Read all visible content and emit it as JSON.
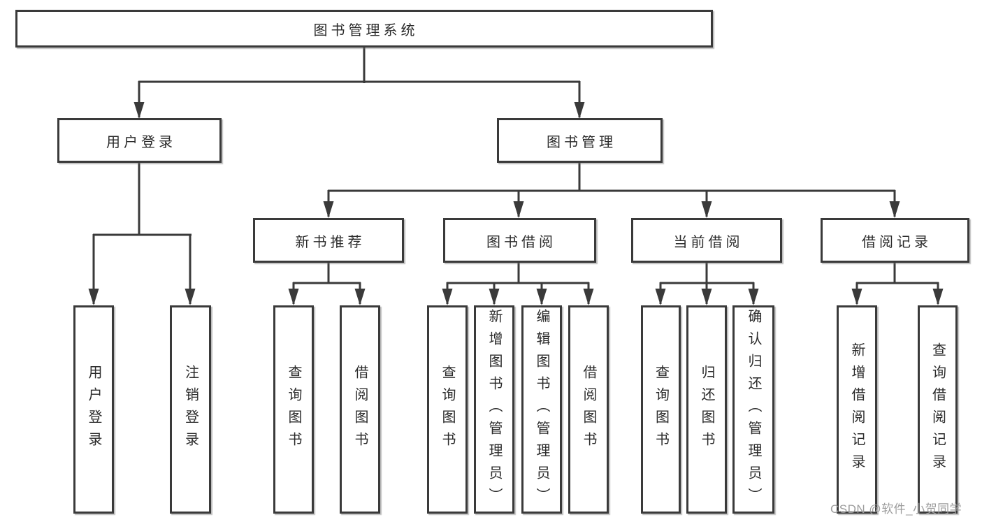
{
  "diagram": {
    "root": {
      "label": "图书管理系统"
    },
    "level2": [
      {
        "label": "用户登录",
        "children": [
          {
            "label": "用户登录"
          },
          {
            "label": "注销登录"
          }
        ]
      },
      {
        "label": "图书管理",
        "children": [
          {
            "label": "新书推荐",
            "children": [
              {
                "label": "查询图书"
              },
              {
                "label": "借阅图书"
              }
            ]
          },
          {
            "label": "图书借阅",
            "children": [
              {
                "label": "查询图书"
              },
              {
                "label": "新增图书（管理员）"
              },
              {
                "label": "编辑图书（管理员）"
              },
              {
                "label": "借阅图书"
              }
            ]
          },
          {
            "label": "当前借阅",
            "children": [
              {
                "label": "查询图书"
              },
              {
                "label": "归还图书"
              },
              {
                "label": "确认归还（管理员）"
              }
            ]
          },
          {
            "label": "借阅记录",
            "children": [
              {
                "label": "新增借阅记录"
              },
              {
                "label": "查询借阅记录"
              }
            ]
          }
        ]
      }
    ]
  },
  "watermark": {
    "text": "CSDN @软件_小贺同学"
  },
  "colors": {
    "line": "#3a3a3a",
    "text": "#2b2b2b",
    "watermark": "#9c9c9c",
    "background": "#ffffff"
  }
}
